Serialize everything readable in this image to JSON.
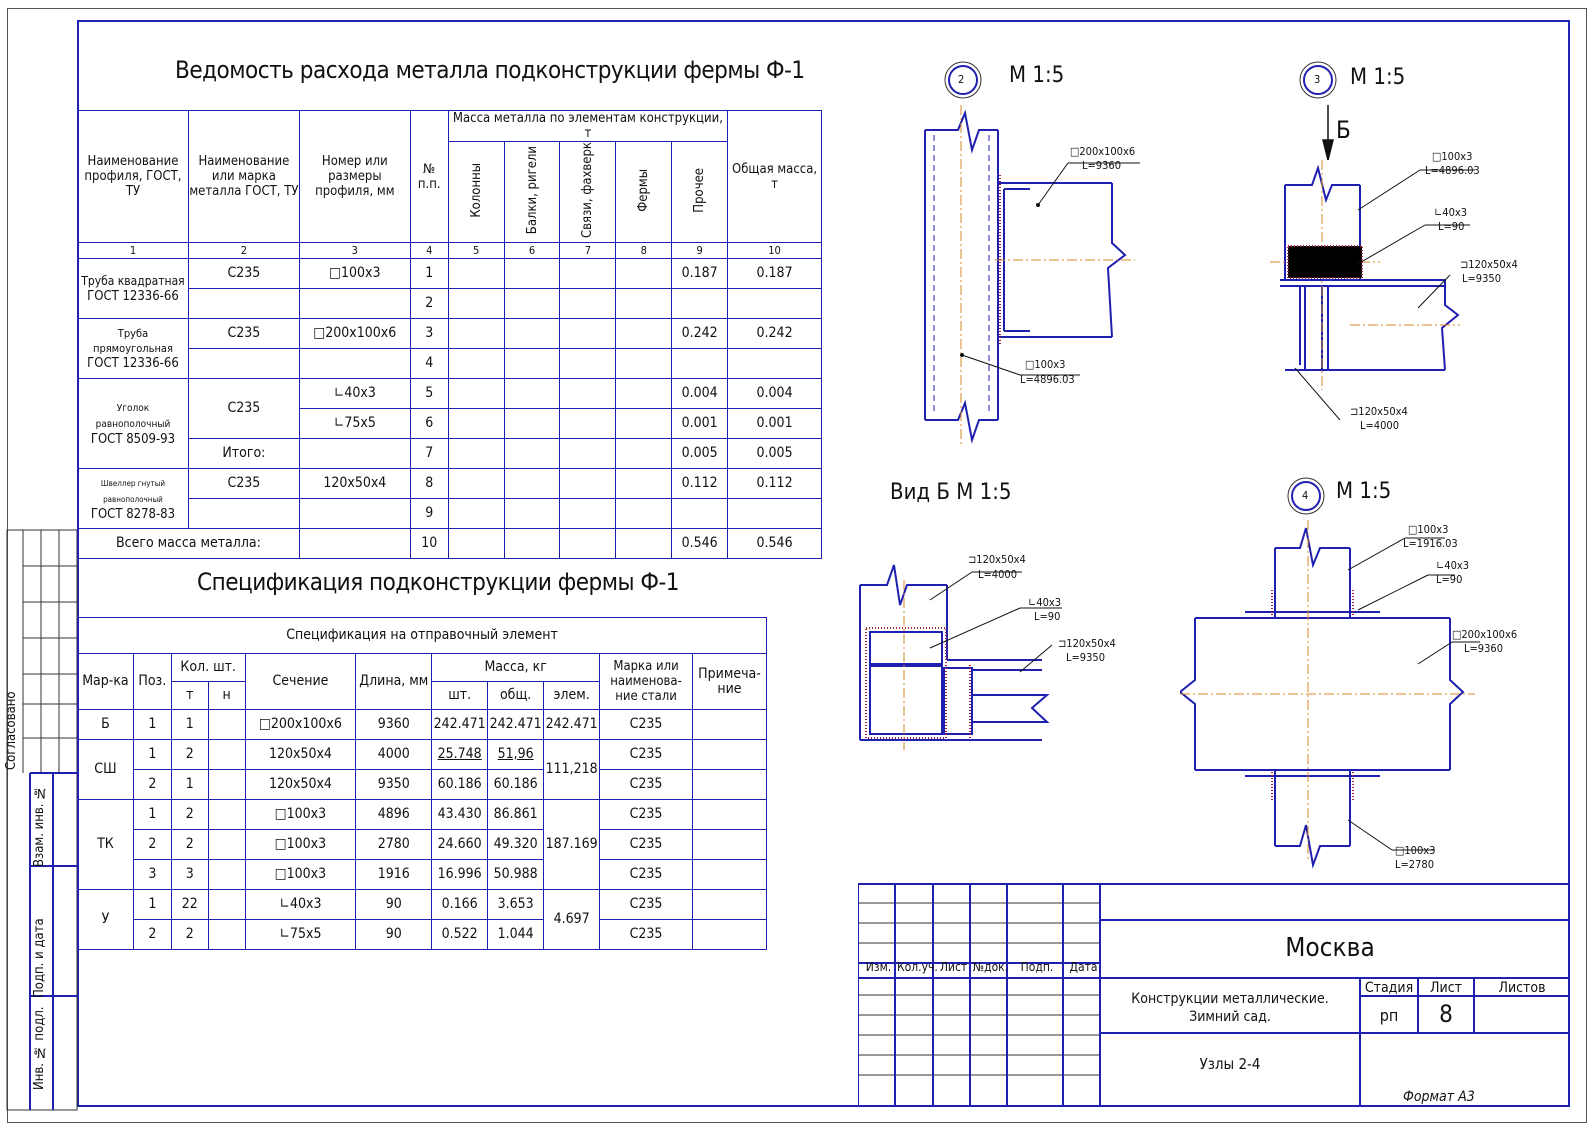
{
  "sheet": {
    "format": "Формат   А3",
    "side_labels": [
      "Согласовано",
      "Взам. инв. №",
      "Подп. и дата",
      "Инв. № подл."
    ]
  },
  "metal_table": {
    "title": "Ведомость расхода металла подконструкции фермы Ф-1",
    "headers": {
      "col1": "Наименование профиля, ГОСТ, ТУ",
      "col2": "Наименование или марка металла ГОСТ, ТУ",
      "col3": "Номер или размеры профиля, мм",
      "col4": "№ п.п.",
      "mass_group": "Масса металла по элементам конструкции, т",
      "col5": "Колонны",
      "col6": "Балки, ригели",
      "col7": "Связи, фахверк",
      "col8": "Фермы",
      "col9": "Прочее",
      "col10": "Общая масса, т"
    },
    "col_numbers": [
      "1",
      "2",
      "3",
      "4",
      "5",
      "6",
      "7",
      "8",
      "9",
      "10"
    ],
    "groups": [
      {
        "name": "Труба квадратная",
        "gost": "ГОСТ 12336-66"
      },
      {
        "name": "Труба прямоугольная",
        "gost": "ГОСТ 12336-66"
      },
      {
        "name": "Уголок равнополочный",
        "gost": "ГОСТ 8509-93"
      },
      {
        "name": "Швеллер гнутый равнополочный",
        "gost": "ГОСТ 8278-83"
      }
    ],
    "rows": [
      {
        "steel": "С235",
        "profile": "□100x3",
        "n": "1",
        "other": "0.187",
        "total": "0.187"
      },
      {
        "steel": "",
        "profile": "",
        "n": "2",
        "other": "",
        "total": ""
      },
      {
        "steel": "С235",
        "profile": "□200x100x6",
        "n": "3",
        "other": "0.242",
        "total": "0.242"
      },
      {
        "steel": "",
        "profile": "",
        "n": "4",
        "other": "",
        "total": ""
      },
      {
        "steel": "С235",
        "profile": "∟40x3",
        "n": "5",
        "other": "0.004",
        "total": "0.004"
      },
      {
        "steel": "",
        "profile": "∟75x5",
        "n": "6",
        "other": "0.001",
        "total": "0.001"
      },
      {
        "steel": "Итого:",
        "profile": "",
        "n": "7",
        "other": "0.005",
        "total": "0.005"
      },
      {
        "steel": "С235",
        "profile": "120x50x4",
        "n": "8",
        "other": "0.112",
        "total": "0.112"
      },
      {
        "steel": "",
        "profile": "",
        "n": "9",
        "other": "",
        "total": ""
      }
    ],
    "total_row": {
      "label": "Всего масса металла:",
      "n": "10",
      "other": "0.546",
      "total": "0.546"
    }
  },
  "spec_table": {
    "title": "Спецификация подконструкции фермы Ф-1",
    "caption": "Спецификация на отправочный элемент",
    "headers": {
      "mark": "Мар-ка",
      "pos": "Поз.",
      "qty": "Кол. шт.",
      "qty_t": "т",
      "qty_n": "н",
      "section": "Сечение",
      "length": "Длина, мм",
      "mass": "Масса, кг",
      "mass_unit": "шт.",
      "mass_total": "общ.",
      "mass_elem": "элем.",
      "steel": "Марка или наименова-ние стали",
      "note": "Примеча-ние"
    },
    "groups": [
      {
        "mark": "Б",
        "elem": "242.471",
        "rows": [
          {
            "pos": "1",
            "qty": "1",
            "section": "□200x100x6",
            "length": "9360",
            "unit": "242.471",
            "total": "242.471",
            "steel": "С235"
          }
        ]
      },
      {
        "mark": "СШ",
        "elem": "111,218",
        "rows": [
          {
            "pos": "1",
            "qty": "2",
            "section": "120x50x4",
            "length": "4000",
            "unit": "25.748",
            "total": "51,96",
            "steel": "С235"
          },
          {
            "pos": "2",
            "qty": "1",
            "section": "120x50x4",
            "length": "9350",
            "unit": "60.186",
            "total": "60.186",
            "steel": "С235"
          }
        ]
      },
      {
        "mark": "ТК",
        "elem": "187.169",
        "rows": [
          {
            "pos": "1",
            "qty": "2",
            "section": "□100x3",
            "length": "4896",
            "unit": "43.430",
            "total": "86.861",
            "steel": "С235"
          },
          {
            "pos": "2",
            "qty": "2",
            "section": "□100x3",
            "length": "2780",
            "unit": "24.660",
            "total": "49.320",
            "steel": "С235"
          },
          {
            "pos": "3",
            "qty": "3",
            "section": "□100x3",
            "length": "1916",
            "unit": "16.996",
            "total": "50.988",
            "steel": "С235"
          }
        ]
      },
      {
        "mark": "У",
        "elem": "4.697",
        "rows": [
          {
            "pos": "1",
            "qty": "22",
            "section": "∟40x3",
            "length": "90",
            "unit": "0.166",
            "total": "3.653",
            "steel": "С235"
          },
          {
            "pos": "2",
            "qty": "2",
            "section": "∟75x5",
            "length": "90",
            "unit": "0.522",
            "total": "1.044",
            "steel": "С235"
          }
        ]
      }
    ]
  },
  "views": {
    "node2": {
      "num": "2",
      "scale": "М 1:5",
      "labels": [
        {
          "sec": "□200x100x6",
          "len": "L=9360"
        },
        {
          "sec": "□100x3",
          "len": "L=4896.03"
        }
      ]
    },
    "node3": {
      "num": "3",
      "scale": "М 1:5",
      "arrow": "Б",
      "labels": [
        {
          "sec": "□100x3",
          "len": "L=4896.03"
        },
        {
          "sec": "∟40x3",
          "len": "L=90"
        },
        {
          "sec": "⊐120x50x4",
          "len": "L=9350"
        },
        {
          "sec": "⊐120x50x4",
          "len": "L=4000"
        }
      ]
    },
    "viewB": {
      "title": "Вид Б М 1:5",
      "labels": [
        {
          "sec": "⊐120x50x4",
          "len": "L=4000"
        },
        {
          "sec": "∟40x3",
          "len": "L=90"
        },
        {
          "sec": "⊐120x50x4",
          "len": "L=9350"
        }
      ]
    },
    "node4": {
      "num": "4",
      "scale": "М 1:5",
      "labels": [
        {
          "sec": "□100x3",
          "len": "L=1916.03"
        },
        {
          "sec": "∟40x3",
          "len": "L=90"
        },
        {
          "sec": "□200x100x6",
          "len": "L=9360"
        },
        {
          "sec": "□100x3",
          "len": "L=2780"
        }
      ]
    }
  },
  "stamp": {
    "col_headers": [
      "Изм.",
      "Кол.уч.",
      "Лист",
      "№док.",
      "Подп.",
      "Дата"
    ],
    "city": "Москва",
    "project": "Конструкции металлические.",
    "project2": "Зимний сад.",
    "sheet_title": "Узлы 2-4",
    "stage_label": "Стадия",
    "sheet_label": "Лист",
    "sheets_label": "Листов",
    "stage": "рп",
    "sheet": "8",
    "sheets": ""
  }
}
